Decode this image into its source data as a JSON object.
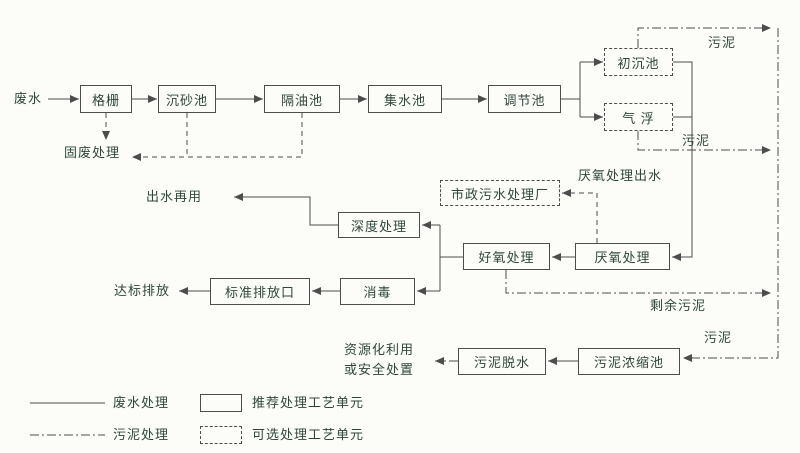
{
  "diagram": {
    "background_color": "#fcfcf9",
    "line_color": "#4d4d4d",
    "text_color": "#2e463b"
  },
  "nodes": {
    "bar_screen": {
      "label": "格栅"
    },
    "grit_chamber": {
      "label": "沉砂池"
    },
    "oil_separator": {
      "label": "隔油池"
    },
    "collecting_tank": {
      "label": "集水池"
    },
    "equalization_tank": {
      "label": "调节池"
    },
    "primary_sedimentation": {
      "label": "初沉池"
    },
    "air_flotation": {
      "label": "气 浮"
    },
    "municipal_wwtp": {
      "label": "市政污水处理厂"
    },
    "advanced_treatment": {
      "label": "深度处理"
    },
    "aerobic_treatment": {
      "label": "好氧处理"
    },
    "anaerobic_treatment": {
      "label": "厌氧处理"
    },
    "standard_discharge_outlet": {
      "label": "标准排放口"
    },
    "disinfection": {
      "label": "消毒"
    },
    "sludge_dewatering": {
      "label": "污泥脱水"
    },
    "sludge_thickener": {
      "label": "污泥浓缩池"
    }
  },
  "labels": {
    "wastewater": "废水",
    "solid_waste_treatment": "固废处理",
    "sludge_top": "污泥",
    "sludge_mid": "污泥",
    "anaerobic_effluent": "厌氧处理出水",
    "effluent_reuse": "出水再用",
    "compliant_discharge": "达标排放",
    "excess_sludge": "剩余污泥",
    "sludge_bottom": "污泥",
    "resource_line1": "资源化利用",
    "resource_line2": "或安全处置"
  },
  "legend": {
    "solid_line": "废水处理",
    "dashdot_line": "污泥处理",
    "solid_box": "推荐处理工艺单元",
    "dashed_box": "可选处理工艺单元"
  }
}
